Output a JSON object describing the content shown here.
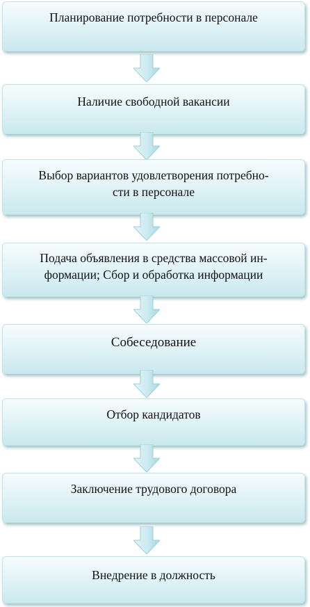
{
  "steps": [
    {
      "label": "Планирование потребности в персонале"
    },
    {
      "label": "Наличие свободной вакансии"
    },
    {
      "label": "Выбор вариантов удовлетворения потребно-\nсти в персонале"
    },
    {
      "label": "Подача объявления в средства массовой ин-\nформации; Сбор и обработка информации"
    },
    {
      "label": "Собеседование"
    },
    {
      "label": "Отбор кандидатов"
    },
    {
      "label": "Заключение трудового договора"
    },
    {
      "label": "Внедрение в должность"
    }
  ],
  "colors": {
    "box_top": "#f7fcfd",
    "box_bottom": "#c9e9ef",
    "border": "#bfe3e9",
    "arrow_light": "#e3f5f8",
    "arrow_dark": "#a9d9e1"
  },
  "arrow_icon": "down-arrow-icon"
}
